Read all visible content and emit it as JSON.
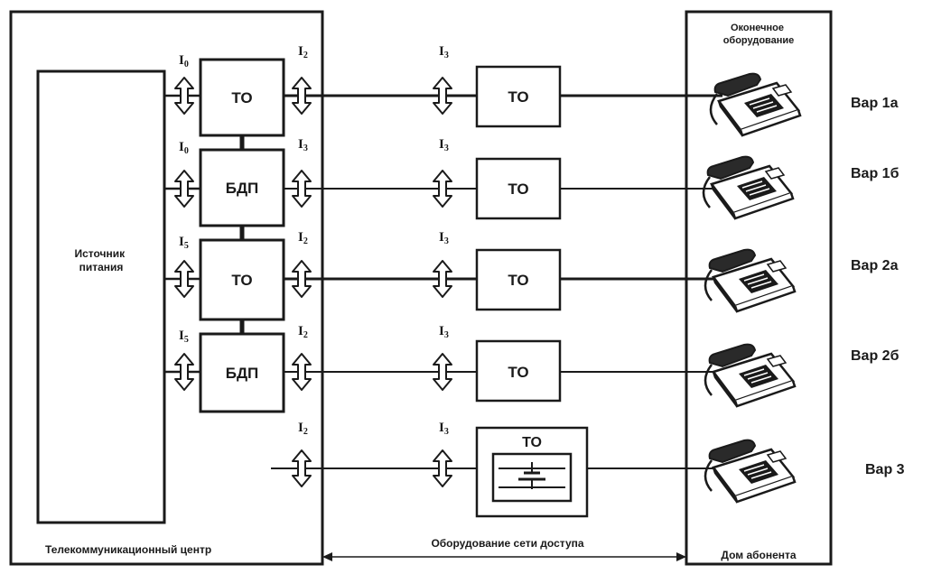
{
  "center": {
    "label": "Телекоммуникационный центр",
    "power_source": [
      "Источник",
      "питания"
    ]
  },
  "access_network": {
    "label": "Оборудование сети доступа"
  },
  "subscriber": {
    "label": "Дом абонента",
    "terminal_equipment": [
      "Оконечное",
      "оборудование"
    ]
  },
  "rows": [
    {
      "center_block": "ТО",
      "center_in": "I",
      "center_in_sub": "0",
      "center_out": "I",
      "center_out_sub": "2",
      "access_in": "I",
      "access_in_sub": "3",
      "access_block": "ТО",
      "variant": "Вар 1а"
    },
    {
      "center_block": "БДП",
      "center_in": "I",
      "center_in_sub": "0",
      "center_out": "I",
      "center_out_sub": "3",
      "access_in": "I",
      "access_in_sub": "3",
      "access_block": "ТО",
      "variant": "Вар 1б"
    },
    {
      "center_block": "ТО",
      "center_in": "I",
      "center_in_sub": "5",
      "center_out": "I",
      "center_out_sub": "2",
      "access_in": "I",
      "access_in_sub": "3",
      "access_block": "ТО",
      "variant": "Вар 2а"
    },
    {
      "center_block": "БДП",
      "center_in": "I",
      "center_in_sub": "5",
      "center_out": "I",
      "center_out_sub": "2",
      "access_in": "I",
      "access_in_sub": "3",
      "access_block": "ТО",
      "variant": "Вар 2б"
    }
  ],
  "row5": {
    "center_out": "I",
    "center_out_sub": "2",
    "access_in": "I",
    "access_in_sub": "3",
    "access_block": "ТО",
    "variant": "Вар 3"
  },
  "icons": [
    "double-arrow-icon",
    "telephone-icon",
    "battery-icon"
  ]
}
